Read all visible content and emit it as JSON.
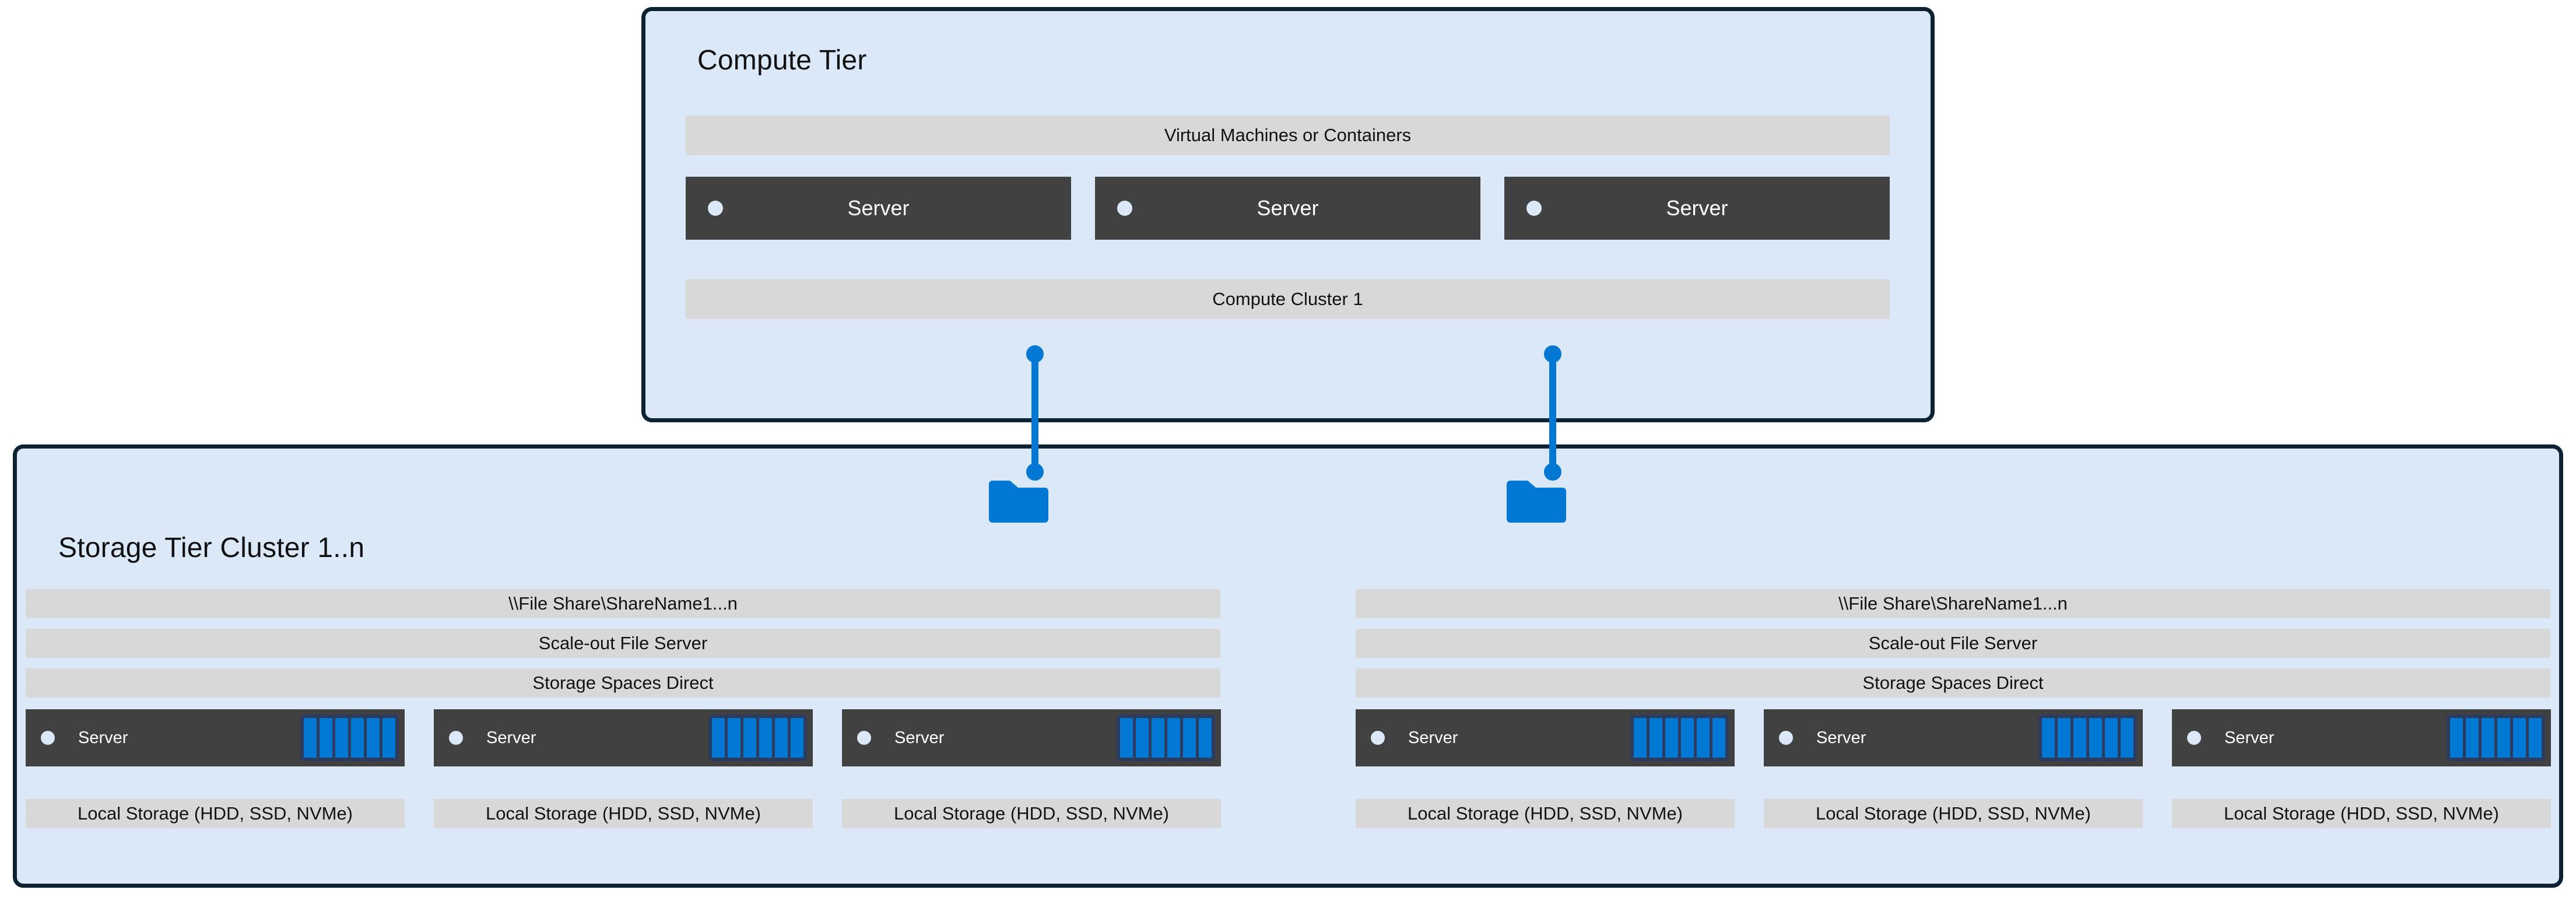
{
  "colors": {
    "tier_background": "#dbe8f7",
    "tier_border": "#0d2233",
    "bar_grey": "#d8d8d8",
    "server_dark": "#414141",
    "accent_blue": "#0078d4",
    "disk_frame": "#2b3c5e",
    "page_background": "#ffffff"
  },
  "compute_tier": {
    "title": "Compute Tier",
    "top_bar_label": "Virtual Machines or Containers",
    "bottom_bar_label": "Compute Cluster 1",
    "servers": [
      {
        "label": "Server"
      },
      {
        "label": "Server"
      },
      {
        "label": "Server"
      }
    ]
  },
  "storage_tier": {
    "title": "Storage Tier Cluster 1..n",
    "clusters": [
      {
        "bars": [
          "\\\\File Share\\ShareName1...n",
          "Scale-out File Server",
          "Storage Spaces Direct"
        ],
        "nodes": [
          {
            "server_label": "Server",
            "storage_label": "Local Storage (HDD, SSD, NVMe)",
            "disk_count": 6
          },
          {
            "server_label": "Server",
            "storage_label": "Local Storage (HDD, SSD, NVMe)",
            "disk_count": 6
          },
          {
            "server_label": "Server",
            "storage_label": "Local Storage (HDD, SSD, NVMe)",
            "disk_count": 6
          }
        ]
      },
      {
        "bars": [
          "\\\\File Share\\ShareName1...n",
          "Scale-out File Server",
          "Storage Spaces Direct"
        ],
        "nodes": [
          {
            "server_label": "Server",
            "storage_label": "Local Storage (HDD, SSD, NVMe)",
            "disk_count": 6
          },
          {
            "server_label": "Server",
            "storage_label": "Local Storage (HDD, SSD, NVMe)",
            "disk_count": 6
          },
          {
            "server_label": "Server",
            "storage_label": "Local Storage (HDD, SSD, NVMe)",
            "disk_count": 6
          }
        ]
      }
    ]
  },
  "connectors": [
    {
      "name": "compute-to-storage-left",
      "icon": "folder-icon"
    },
    {
      "name": "compute-to-storage-right",
      "icon": "folder-icon"
    }
  ]
}
